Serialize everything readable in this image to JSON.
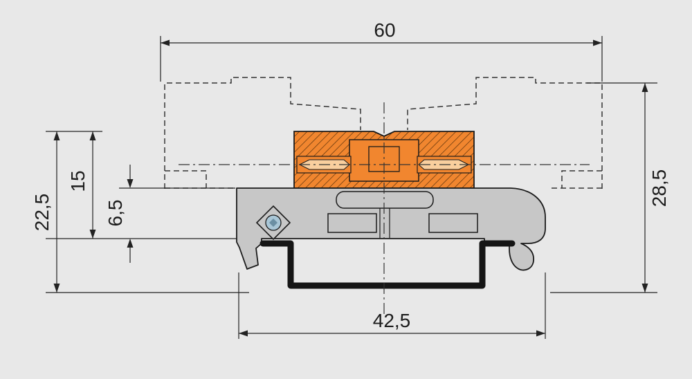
{
  "drawing": {
    "type": "technical-dimension-drawing",
    "dimensions": {
      "top_width": "60",
      "right_height": "28,5",
      "left_total": "22,5",
      "left_mid": "15",
      "left_inner": "6,5",
      "bottom_width": "42,5"
    },
    "colors": {
      "background": "#e8e8e8",
      "connector": "#f1862f",
      "connector_light": "#f9cf9e",
      "hatch_line": "#59300a",
      "carrier": "#c7c7c7",
      "rail": "#151515",
      "screw": "#a9c6d6",
      "screw_center": "#6b8fa3"
    }
  }
}
